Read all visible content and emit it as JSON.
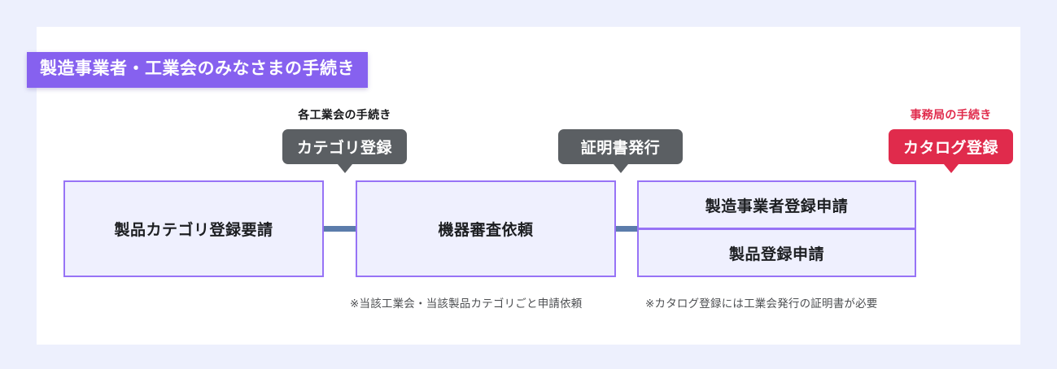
{
  "header": {
    "title": "製造事業者・工業会のみなさまの手続き",
    "color": "#8661ef"
  },
  "badges": [
    {
      "id": "category-registration",
      "caption": "各工業会の手続き",
      "caption_color": "#17181a",
      "label": "カテゴリ登録",
      "color": "#5b5f63"
    },
    {
      "id": "certificate-issuance",
      "caption": "",
      "label": "証明書発行",
      "color": "#5b5f63"
    },
    {
      "id": "catalog-registration",
      "caption": "事務局の手続き",
      "caption_color": "#e02b4c",
      "label": "カタログ登録",
      "color": "#e02b4c"
    }
  ],
  "boxes": [
    {
      "id": "product-category-request",
      "label": "製品カテゴリ登録要請"
    },
    {
      "id": "device-examination-request",
      "label": "機器審査依頼"
    },
    {
      "id": "manufacturer-registration-application",
      "label": "製造事業者登録申請"
    },
    {
      "id": "product-registration-application",
      "label": "製品登録申請"
    }
  ],
  "notes": [
    "※当該工業会・当該製品カテゴリごと申請依頼",
    "※カタログ登録には工業会発行の証明書が必要"
  ],
  "theme": {
    "page_background": "#edf0fd",
    "card_background": "#ffffff",
    "box_fill": "#eff0fe",
    "box_border": "#9773f6",
    "connector": "#5b7cab"
  }
}
